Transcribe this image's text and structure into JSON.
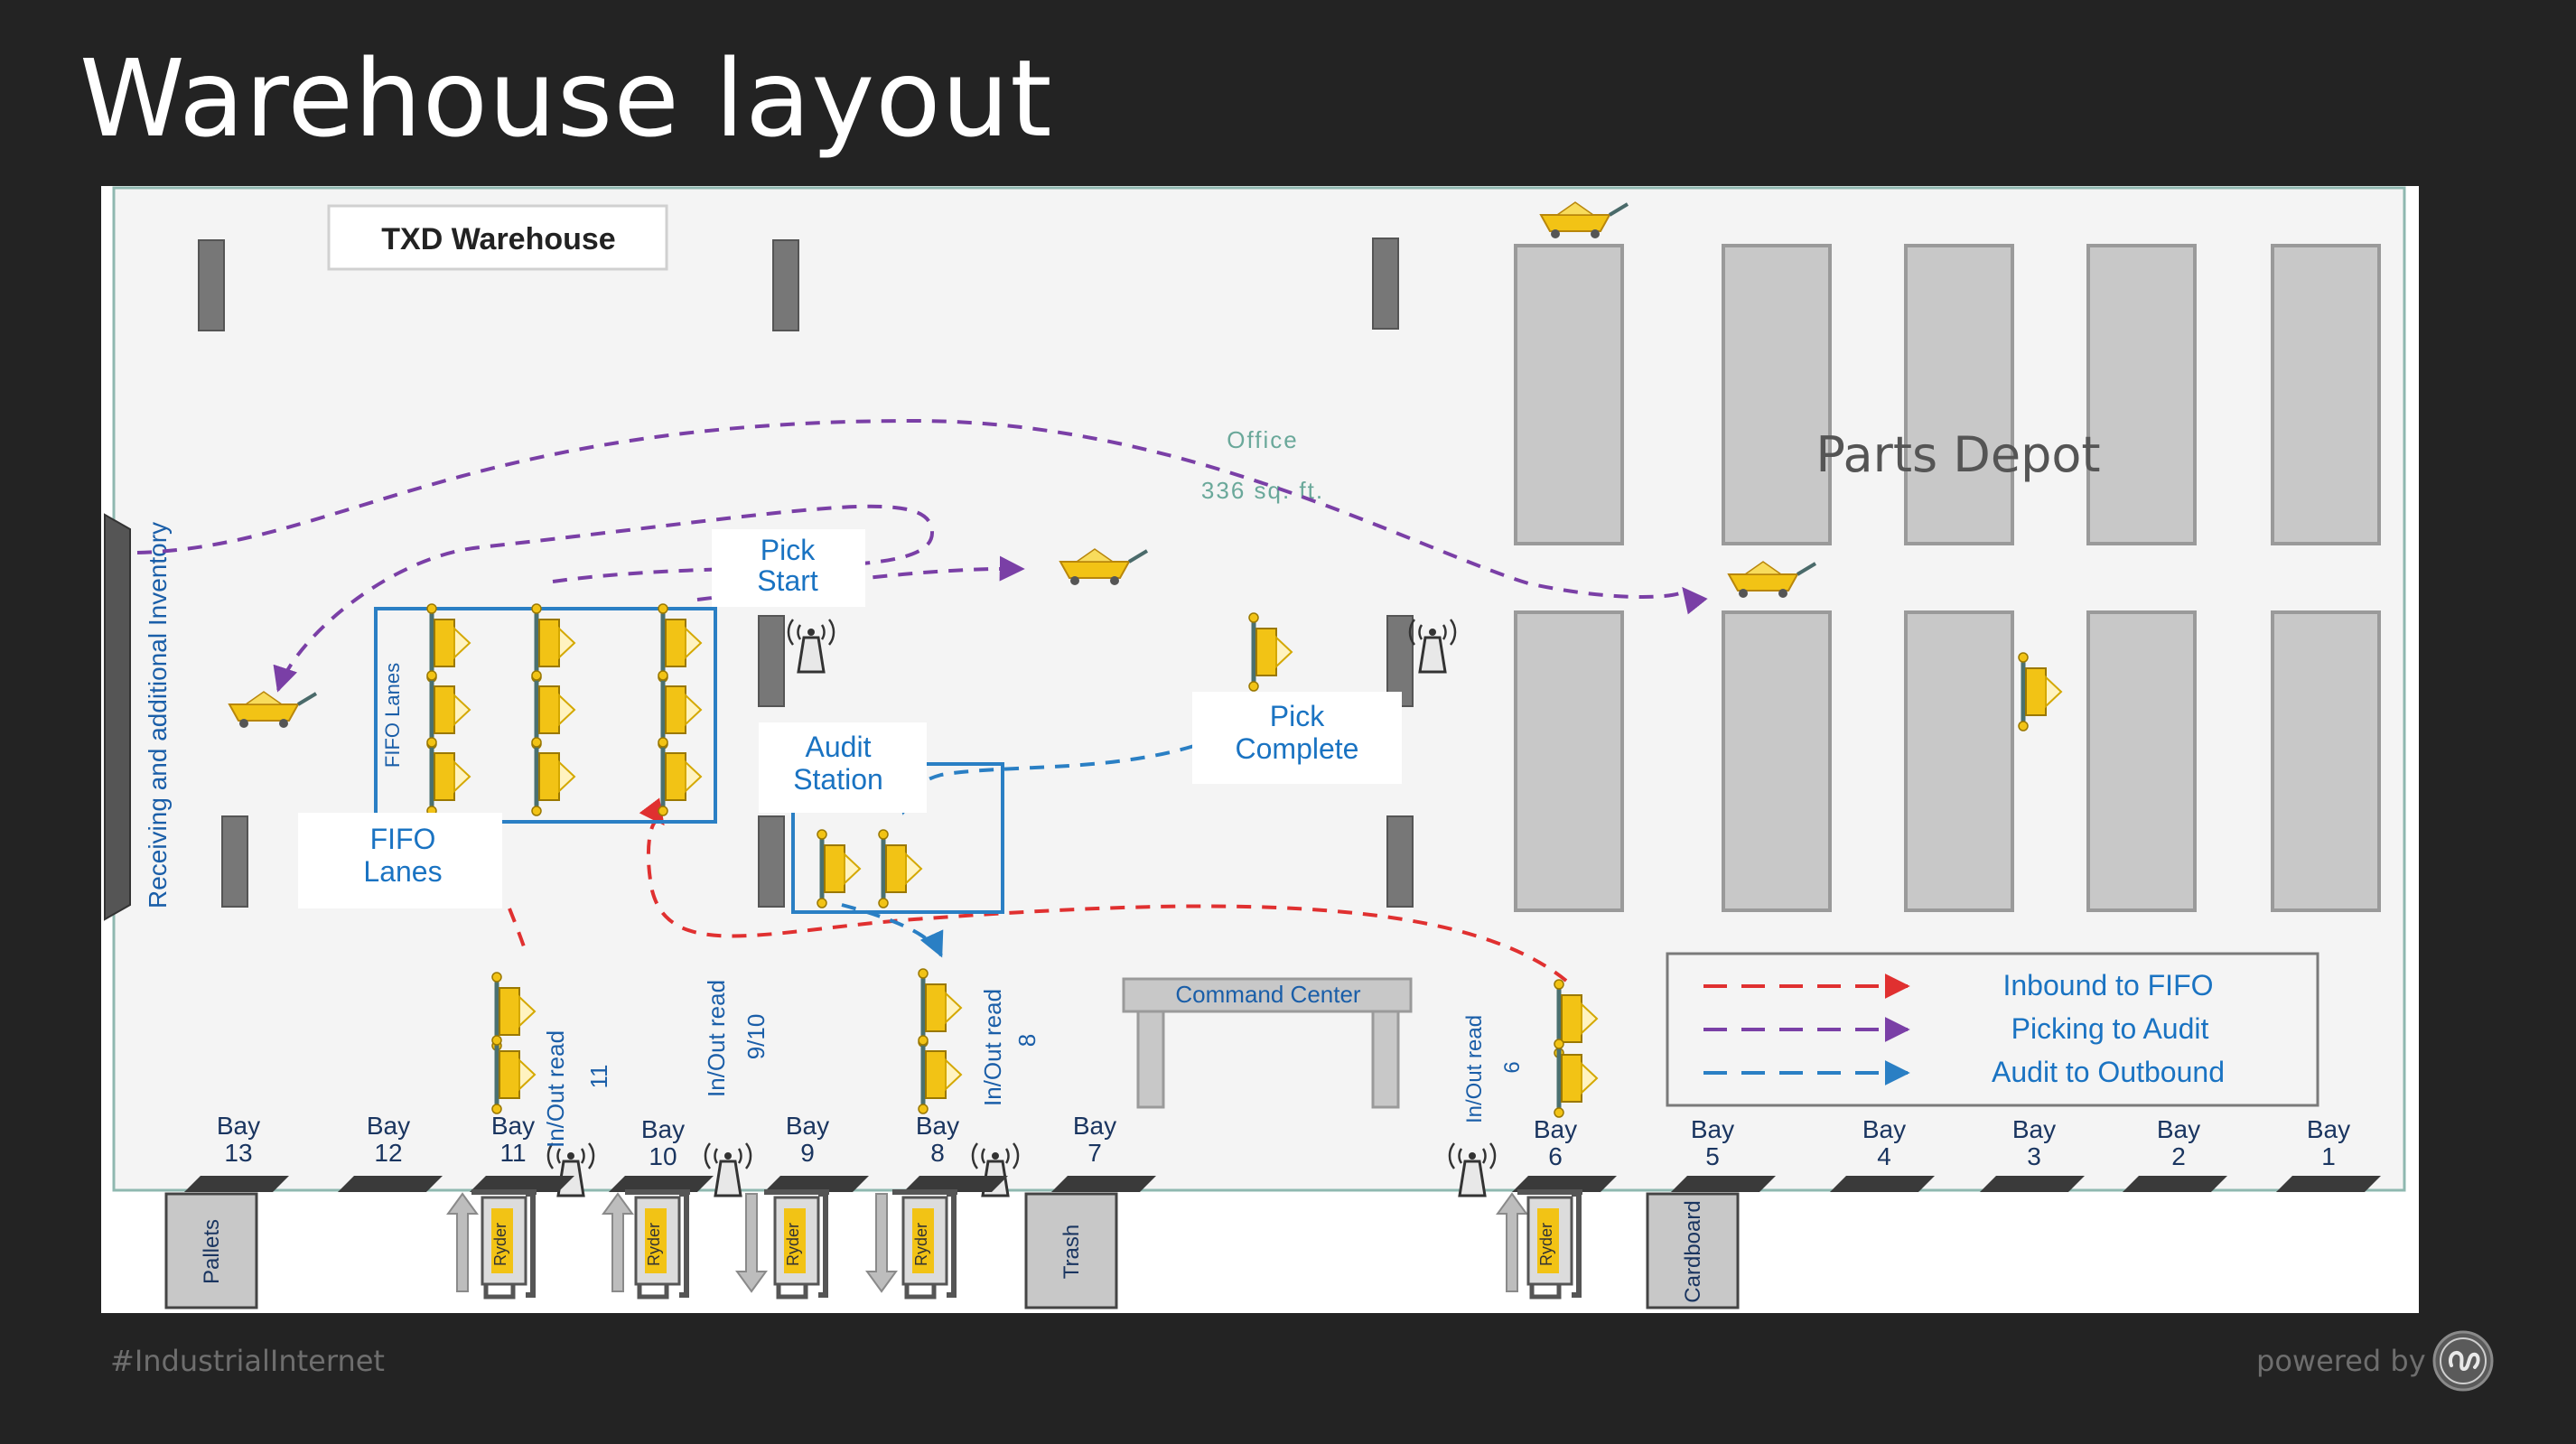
{
  "slide": {
    "title": "Warehouse layout",
    "footer_hashtag": "#IndustrialInternet",
    "footer_powered": "powered by",
    "logo_icon": "ge-monogram-icon"
  },
  "map": {
    "building_name": "TXD Warehouse",
    "office_label": "Office",
    "office_area": "336 sq. ft.",
    "parts_depot": "Parts Depot",
    "receiving_label": "Receiving and additional Inventory",
    "fifo_vertical": "FIFO Lanes",
    "pick_start": [
      "Pick",
      "Start"
    ],
    "pick_complete": [
      "Pick",
      "Complete"
    ],
    "audit_station": [
      "Audit",
      "Station"
    ],
    "fifo_lanes": [
      "FIFO",
      "Lanes"
    ],
    "command_center": "Command Center"
  },
  "readers": [
    {
      "label": "In/Out read",
      "number": "11"
    },
    {
      "label": "In/Out read",
      "number": "9/10"
    },
    {
      "label": "In/Out read",
      "number": "8"
    },
    {
      "label": "In/Out read",
      "number": "6"
    }
  ],
  "bays": [
    {
      "word": "Bay",
      "num": "13"
    },
    {
      "word": "Bay",
      "num": "12"
    },
    {
      "word": "Bay",
      "num": "11"
    },
    {
      "word": "Bay",
      "num": "10"
    },
    {
      "word": "Bay",
      "num": "9"
    },
    {
      "word": "Bay",
      "num": "8"
    },
    {
      "word": "Bay",
      "num": "7"
    },
    {
      "word": "Bay",
      "num": "6"
    },
    {
      "word": "Bay",
      "num": "5"
    },
    {
      "word": "Bay",
      "num": "4"
    },
    {
      "word": "Bay",
      "num": "3"
    },
    {
      "word": "Bay",
      "num": "2"
    },
    {
      "word": "Bay",
      "num": "1"
    }
  ],
  "dock_items": [
    {
      "label": "Pallets"
    },
    {
      "label": "Trash"
    },
    {
      "label": "Cardboard"
    }
  ],
  "trucks": [
    {
      "label": "Ryder",
      "direction": "up"
    },
    {
      "label": "Ryder",
      "direction": "up"
    },
    {
      "label": "Ryder",
      "direction": "down"
    },
    {
      "label": "Ryder",
      "direction": "down"
    },
    {
      "label": "Ryder",
      "direction": "up"
    }
  ],
  "legend": [
    {
      "label": "Inbound to FIFO",
      "color": "#e03030"
    },
    {
      "label": "Picking to Audit",
      "color": "#7a3fa6"
    },
    {
      "label": "Audit to Outbound",
      "color": "#2a7fc4"
    }
  ],
  "colors": {
    "background": "#232323",
    "floor": "#f4f4f4",
    "rack": "#c8c8c8",
    "cart": "#f2c315",
    "box_border": "#2a7fc4",
    "label_blue": "#1a73c2"
  }
}
